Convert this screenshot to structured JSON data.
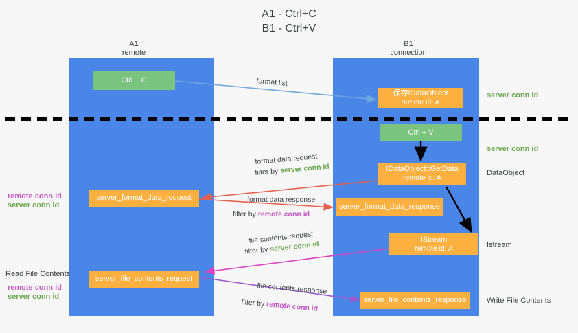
{
  "title": {
    "line1": "A1 - Ctrl+C",
    "line2": "B1 - Ctrl+V"
  },
  "lanes": [
    {
      "name": "A1",
      "sub": "remote"
    },
    {
      "name": "B1",
      "sub": "connection"
    }
  ],
  "boxes": {
    "ctrl_c": {
      "label": "Ctrl + C"
    },
    "ctrl_v": {
      "label": "Ctrl + V"
    },
    "save_idataobject": {
      "line1": "保存IDataObject",
      "line2": "remote id: A"
    },
    "getdata": {
      "line1": "IDataObject::GetData",
      "line2": "remote id: A"
    },
    "istream": {
      "line1": "IStream",
      "line2": "remote id: A"
    },
    "server_format_data_request": {
      "label": "server_format_data_request"
    },
    "server_format_data_response": {
      "label": "server_format_data_response"
    },
    "server_file_contents_request": {
      "label": "server_file_contents_request"
    },
    "server_file_contents_response": {
      "label": "server_file_contents_response"
    }
  },
  "arrow_labels": {
    "format_list": "format list",
    "format_data_request": "format data request",
    "format_data_request_filter_prefix": "filter by ",
    "format_data_request_filter_key": "server conn id",
    "format_data_response": "format data response",
    "format_data_response_filter_prefix": "filter by ",
    "format_data_response_filter_key": "remote conn id",
    "file_contents_request": "file contents request",
    "file_contents_request_filter_prefix": "filter by ",
    "file_contents_request_filter_key": "server conn id",
    "file_contents_response": "file contents response",
    "file_contents_response_filter_prefix": "filter by ",
    "file_contents_response_filter_key": "remote conn id"
  },
  "right_notes": {
    "server_conn_id_top": "server conn id",
    "server_conn_id_mid": "server conn id",
    "dataobject": "DataObject",
    "istream": "Istream",
    "write_file_contents": "Write File Contents"
  },
  "left_notes": {
    "remote_conn_id_mid": "remote conn id",
    "server_conn_id_mid": "server conn id",
    "read_file_contents": "Read File Contents",
    "remote_conn_id_low": "remote conn id",
    "server_conn_id_low": "server conn id"
  },
  "colors": {
    "lane": "#4a86e8",
    "green_box": "#7bc47f",
    "orange_box": "#fbb040",
    "green_text": "#6aa84f",
    "purple_text": "#c356c3",
    "blue_arrow": "#6fa8dc",
    "red_arrow": "#e8604c",
    "magenta_arrow": "#e040c0",
    "purple_arrow": "#9b59d0",
    "black": "#000000",
    "background": "#f7f7f7"
  }
}
